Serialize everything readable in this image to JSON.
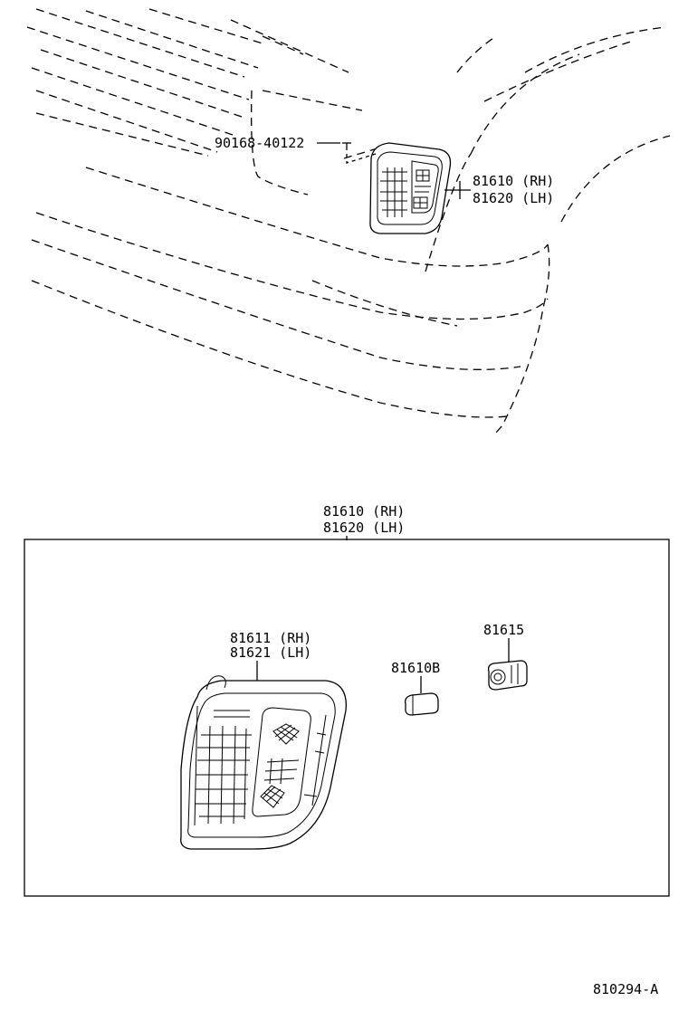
{
  "callouts": {
    "bolt": "90168-40122",
    "lamp_assy_rh": "81610 (RH)",
    "lamp_assy_lh": "81620 (LH)",
    "group_rh": "81610 (RH)",
    "group_lh": "81620 (LH)",
    "lens_rh": "81611 (RH)",
    "lens_lh": "81621 (LH)",
    "bulb": "81610B",
    "socket": "81615"
  },
  "figure_id": "810294-A"
}
